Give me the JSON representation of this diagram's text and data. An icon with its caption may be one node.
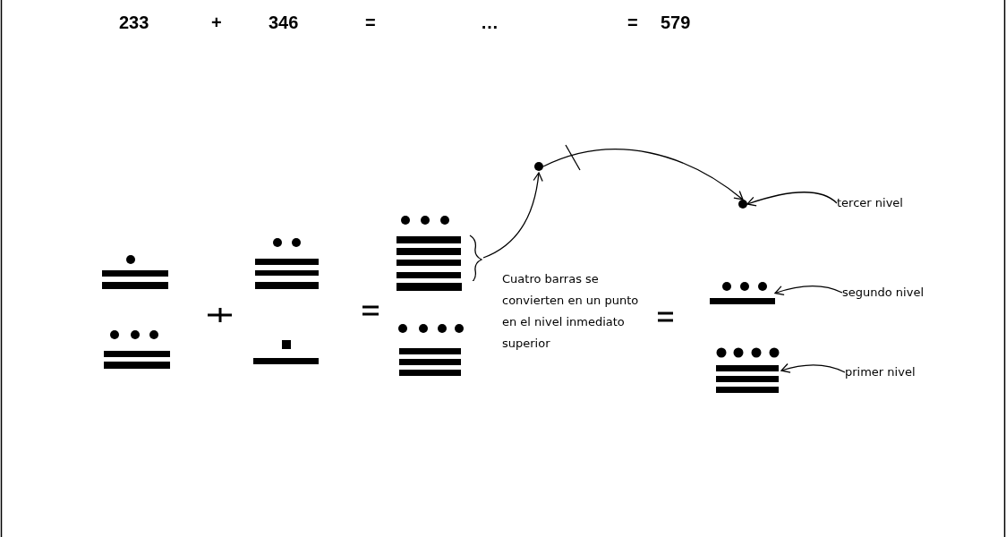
{
  "diagram": {
    "nodes": [
      {
        "text": [],
        "shape": "circle"
      },
      {
        "text": [],
        "shape": "circle"
      },
      {
        "text": [],
        "shape": "bar"
      },
      {
        "text": [
          "tercer nivel"
        ]
      },
      {
        "text": [],
        "shape": "picture"
      },
      {
        "text": [
          "segundo nivel"
        ]
      },
      {
        "text": [],
        "shape": "picture"
      },
      {
        "text": [
          "primer nivel"
        ]
      }
    ],
    "edges": [
      {
        "from": 2,
        "to": 0,
        "arrow": "to"
      },
      {
        "from": 0,
        "to": 1,
        "arrow": "to"
      },
      {
        "from": 3,
        "to": 1,
        "arrow": "to"
      },
      {
        "from": 5,
        "to": 4,
        "arrow": "to"
      },
      {
        "from": 7,
        "to": 6,
        "arrow": "to"
      }
    ],
    "labels": [
      "233",
      "+",
      "346",
      "=",
      "…",
      "=",
      "579",
      "Cuatro barras se convierten en un punto en el nivel inmediato superior"
    ]
  }
}
